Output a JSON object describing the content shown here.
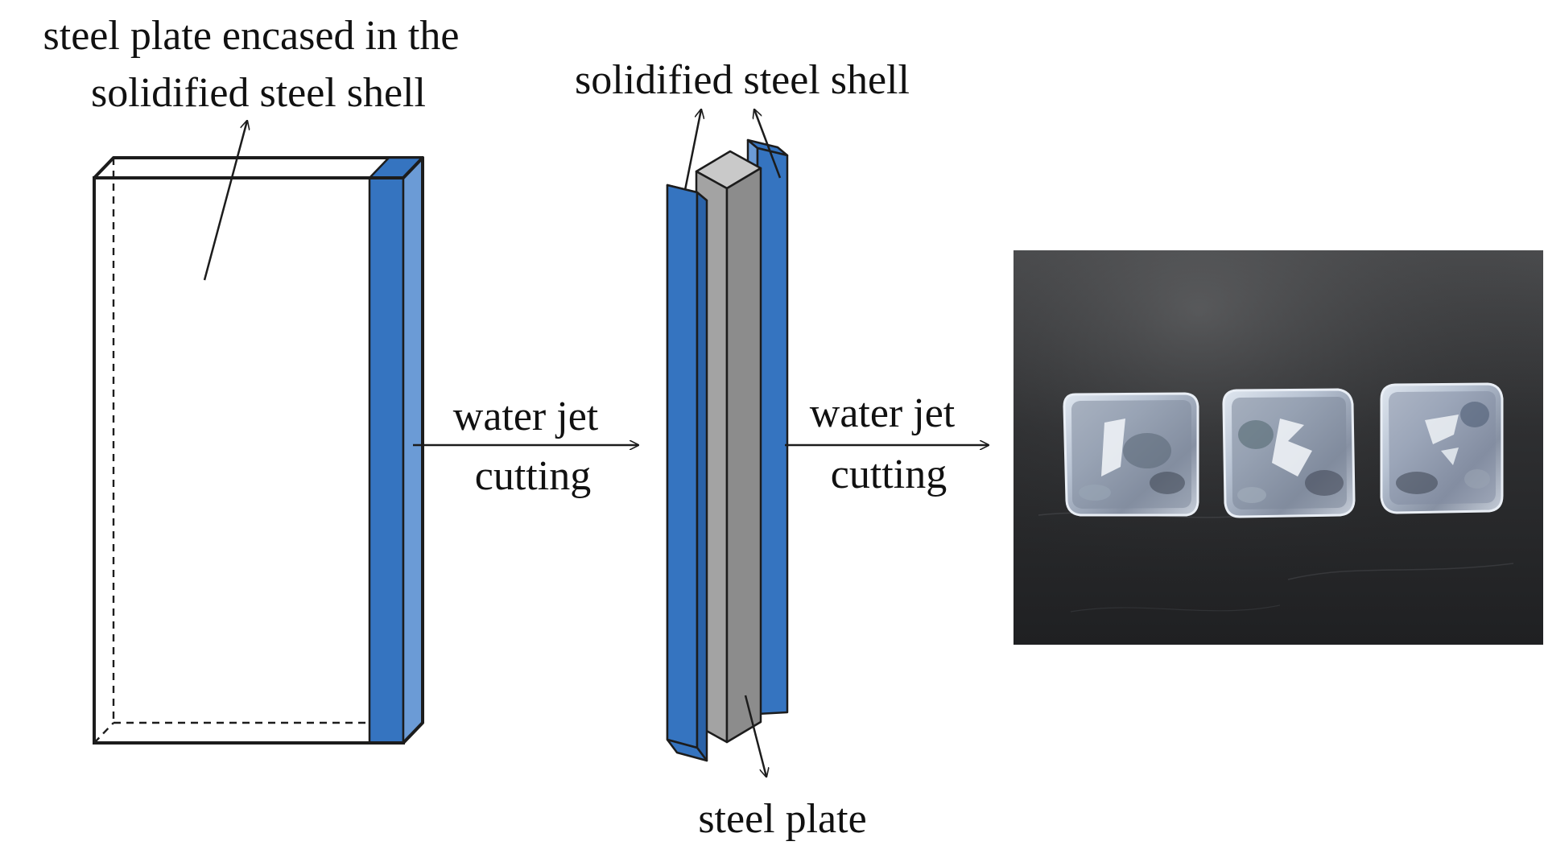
{
  "labels": {
    "encased_plate_line1": "steel plate encased in the",
    "encased_plate_line2": "solidified steel shell",
    "solidified_shell": "solidified steel shell",
    "step1_line1": "water jet",
    "step1_line2": "cutting",
    "step2_line1": "water jet",
    "step2_line2": "cutting",
    "steel_plate": "steel plate"
  },
  "photo": {
    "sample_count": 3
  },
  "colors": {
    "shell_blue": "#3574c0",
    "shell_blue_light": "#6b9bd6",
    "plate_gray": "#a3a3a3",
    "plate_gray_dark": "#808080",
    "plate_gray_light": "#c9c9c9",
    "outline": "#1c1c1c",
    "photo_bg": "#2f3032"
  }
}
